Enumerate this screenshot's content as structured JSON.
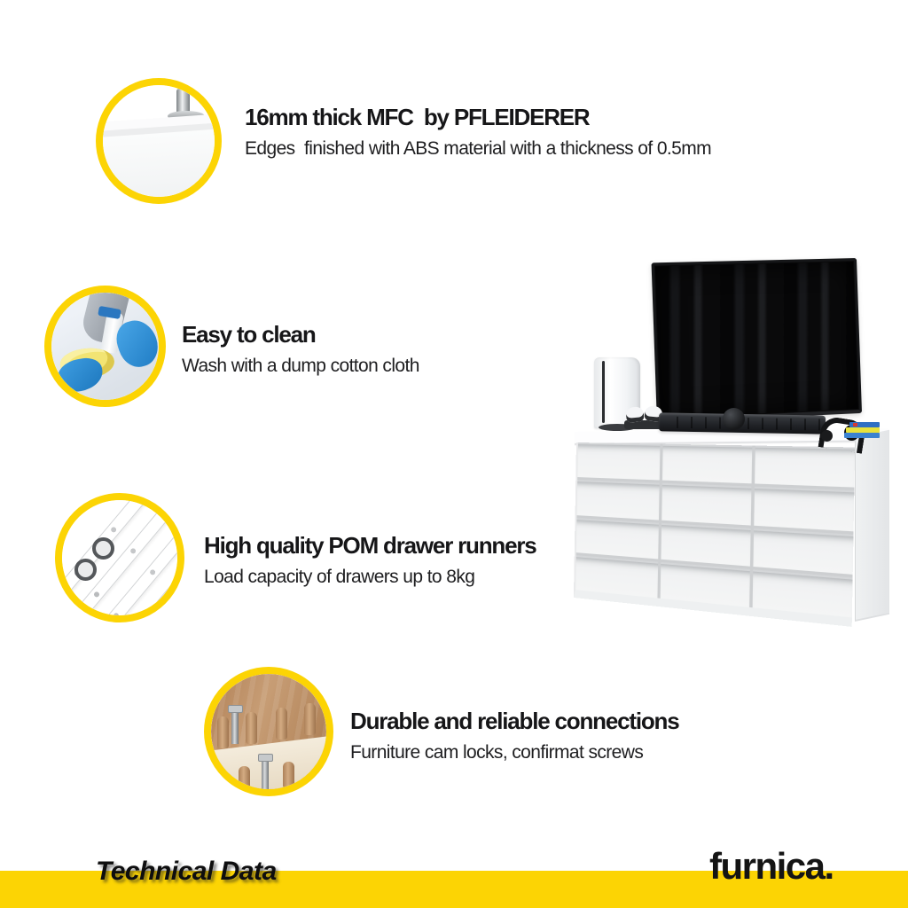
{
  "colors": {
    "accent_yellow": "#FCD404",
    "text_black": "#161618",
    "background": "#FFFFFF"
  },
  "features": [
    {
      "title": "16mm thick MFC  by PFLEIDERER",
      "subtitle": "Edges  finished with ABS material with a thickness of 0.5mm",
      "photo": "white-panel-corner-with-chrome-foot"
    },
    {
      "title": "Easy to clean",
      "subtitle": "Wash with a dump cotton cloth",
      "photo": "blue-gloved-hands-with-spray-bottle-and-yellow-cloth"
    },
    {
      "title": "High quality POM drawer runners",
      "subtitle": "Load capacity of drawers up to 8kg",
      "photo": "metal-drawer-runner-rails"
    },
    {
      "title": "Durable and reliable connections",
      "subtitle": "Furniture cam locks, confirmat screws",
      "photo": "wooden-dowels-and-confirmat-screws-on-wood"
    }
  ],
  "product_scene": {
    "description": "White 12-drawer chest (3 columns x 4 rows) with flat TV, game console, two controllers, soundbar, headphones and game boxes on top"
  },
  "footer": {
    "section_label": "Technical Data",
    "brand_logo": "furnica."
  }
}
